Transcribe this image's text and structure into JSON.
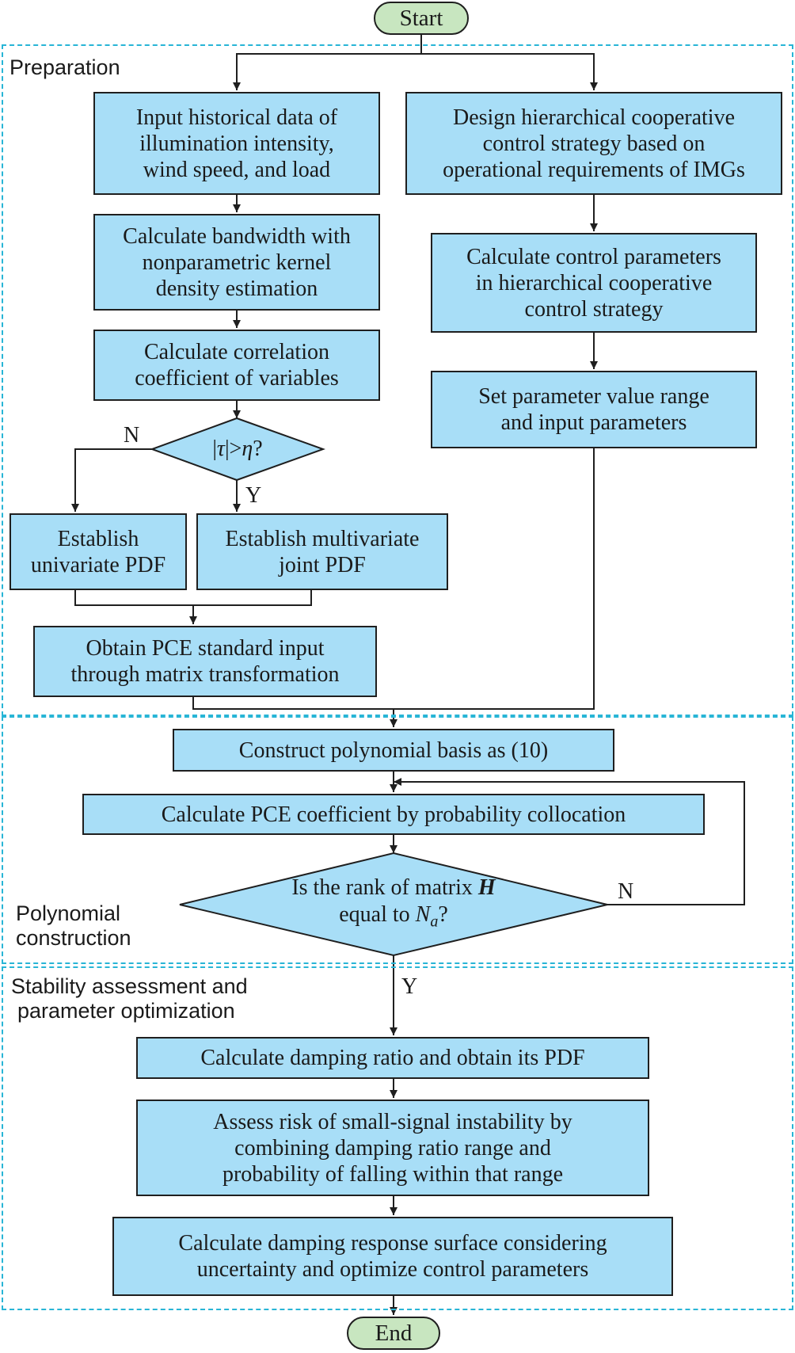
{
  "flowchart": {
    "start_label": "Start",
    "end_label": "End",
    "sections": {
      "preparation": "Preparation",
      "polynomial_line1": "Polynomial",
      "polynomial_line2": "construction",
      "stability_line1": "Stability assessment and",
      "stability_line2": "parameter optimization"
    },
    "left_branch": {
      "input_data": [
        "Input historical data of",
        "illumination intensity,",
        "wind speed, and load"
      ],
      "bandwidth": [
        "Calculate bandwidth with",
        "nonparametric kernel",
        "density estimation"
      ],
      "correlation": [
        "Calculate correlation",
        "coefficient of variables"
      ],
      "decision": {
        "abs_open": "|",
        "tau": "τ",
        "abs_close": "|>",
        "eta": "η",
        "question": "?"
      },
      "univariate": [
        "Establish",
        "univariate PDF"
      ],
      "multivariate": [
        "Establish multivariate",
        "joint PDF"
      ],
      "pce_input": [
        "Obtain PCE standard input",
        "through matrix transformation"
      ]
    },
    "right_branch": {
      "design": [
        "Design hierarchical cooperative",
        "control strategy based on",
        "operational requirements of IMGs"
      ],
      "control_params": [
        "Calculate control parameters",
        "in hierarchical cooperative",
        "control strategy"
      ],
      "param_range": [
        "Set parameter value range",
        "and input parameters"
      ]
    },
    "polynomial": {
      "basis": "Construct polynomial basis as (10)",
      "coefficient": "Calculate PCE coefficient by probability collocation",
      "rank_line1_prefix": "Is the rank of matrix ",
      "rank_matrix": "H",
      "rank_line2_prefix": "equal to ",
      "rank_N": "N",
      "rank_sub": "a",
      "rank_q": "?"
    },
    "stability": {
      "damping": "Calculate damping ratio and obtain its PDF",
      "risk": [
        "Assess risk of small-signal instability by",
        "combining damping ratio range and",
        "probability of falling within that range"
      ],
      "surface": [
        "Calculate damping response surface considering",
        "uncertainty and optimize control parameters"
      ]
    },
    "branch_labels": {
      "no_left": "N",
      "yes_left": "Y",
      "no_rank": "N",
      "yes_rank": "Y"
    }
  },
  "colors": {
    "box_fill": "#a8def7",
    "terminal_fill": "#c8e6c0",
    "section_border": "#28b5d6",
    "line": "#1f1f1f"
  }
}
